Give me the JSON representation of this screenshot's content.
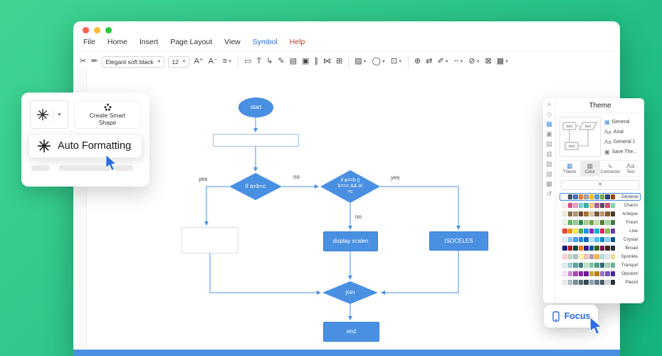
{
  "colors": {
    "background_start": "#40d493",
    "background_end": "#14b47d",
    "accent_blue": "#4a90e2",
    "node_blue": "#4a90e2",
    "focus_blue": "#2b6ce6",
    "statusbar_blue": "#4a90e2",
    "menu_symbol_color": "#2f6bd8",
    "menu_help_color": "#c0392b"
  },
  "window": {
    "menu": [
      {
        "label": "File"
      },
      {
        "label": "Home"
      },
      {
        "label": "Insert"
      },
      {
        "label": "Page Layout"
      },
      {
        "label": "View"
      },
      {
        "label": "Symbol",
        "color": "#2f6bd8"
      },
      {
        "label": "Help",
        "color": "#c0392b"
      }
    ],
    "toolbar": {
      "font_name": "Elegant soft black",
      "font_size": "12",
      "items": [
        {
          "type": "icon",
          "name": "cut-icon",
          "glyph": "✂"
        },
        {
          "type": "icon",
          "name": "format-painter-icon",
          "glyph": "✏"
        },
        {
          "type": "font"
        },
        {
          "type": "size"
        },
        {
          "type": "icon",
          "name": "font-increase-icon",
          "glyph": "A⁺"
        },
        {
          "type": "icon",
          "name": "font-decrease-icon",
          "glyph": "A⁻"
        },
        {
          "type": "icon",
          "name": "text-align-icon",
          "glyph": "≡",
          "caret": true
        },
        {
          "type": "divider"
        },
        {
          "type": "icon",
          "name": "shape-rectangle-icon",
          "glyph": "▭"
        },
        {
          "type": "icon",
          "name": "text-tool-icon",
          "glyph": "T"
        },
        {
          "type": "icon",
          "name": "connector-tool-icon",
          "glyph": "↳"
        },
        {
          "type": "icon",
          "name": "pen-tool-icon",
          "glyph": "✎"
        },
        {
          "type": "icon",
          "name": "layers-icon",
          "glyph": "▤"
        },
        {
          "type": "icon",
          "name": "symbol-library-icon",
          "glyph": "▣"
        },
        {
          "type": "icon",
          "name": "align-objects-icon",
          "glyph": "∥"
        },
        {
          "type": "icon",
          "name": "mirror-icon",
          "glyph": "⋈"
        },
        {
          "type": "icon",
          "name": "position-icon",
          "glyph": "⊞"
        },
        {
          "type": "divider"
        },
        {
          "type": "icon",
          "name": "fill-color-icon",
          "glyph": "▨",
          "caret": true
        },
        {
          "type": "icon",
          "name": "shape-style-icon",
          "glyph": "◯",
          "caret": true
        },
        {
          "type": "icon",
          "name": "crop-icon",
          "glyph": "⊡",
          "caret": true
        },
        {
          "type": "divider"
        },
        {
          "type": "icon",
          "name": "zoom-icon",
          "glyph": "⊕"
        },
        {
          "type": "icon",
          "name": "find-replace-icon",
          "glyph": "⇄"
        },
        {
          "type": "icon",
          "name": "line-color-icon",
          "glyph": "✐",
          "caret": true
        },
        {
          "type": "icon",
          "name": "line-style-icon",
          "glyph": "╌",
          "caret": true
        },
        {
          "type": "icon",
          "name": "lock-icon",
          "glyph": "⊘",
          "caret": true
        },
        {
          "type": "icon",
          "name": "delete-icon",
          "glyph": "⊠"
        },
        {
          "type": "icon",
          "name": "table-icon",
          "glyph": "▦",
          "caret": true
        }
      ]
    }
  },
  "smart_panel": {
    "create_label": "Create Smart Shape",
    "auto_label": "Auto Formatting"
  },
  "flowchart": {
    "nodes": {
      "start": "start",
      "decision1": "if a=b=c",
      "decision2": "if a==b ||\nb==c && a!\n=c",
      "display": "display scalen",
      "isoceles": "ISOCELES",
      "join": "join",
      "end": "end"
    },
    "edge_labels": {
      "yes1": "yes",
      "no1": "no",
      "yes2": "yes",
      "no2": "no"
    }
  },
  "theme_panel": {
    "title": "Theme",
    "preview_texts": [
      "text",
      "text",
      "text"
    ],
    "strip_icons": [
      {
        "name": "collapse-icon",
        "glyph": "»"
      },
      {
        "name": "shapes-icon",
        "glyph": "◇"
      },
      {
        "name": "grid-icon",
        "glyph": "▦",
        "active": true
      },
      {
        "name": "image-icon",
        "glyph": "▣"
      },
      {
        "name": "layers-icon",
        "glyph": "▤"
      },
      {
        "name": "notes-icon",
        "glyph": "▥"
      },
      {
        "name": "book-icon",
        "glyph": "▧"
      },
      {
        "name": "clipboard-icon",
        "glyph": "▨"
      },
      {
        "name": "chart-icon",
        "glyph": "▩"
      },
      {
        "name": "history-icon",
        "glyph": "↺"
      }
    ],
    "font_rows": [
      {
        "icon": "grid",
        "label": "General"
      },
      {
        "icon": "Aa",
        "label": "Arial"
      },
      {
        "icon": "Aa",
        "label": "General 1"
      },
      {
        "icon": "save",
        "label": "Save The..."
      }
    ],
    "tabs": [
      {
        "label": "Theme",
        "glyph": "▦",
        "accent": true
      },
      {
        "label": "Color",
        "glyph": "▦",
        "active": true
      },
      {
        "label": "Connector",
        "glyph": "↳"
      },
      {
        "label": "Text",
        "glyph": "Aa"
      }
    ],
    "add_label": "+",
    "palettes": [
      {
        "name": "General",
        "selected": true,
        "colors": [
          "#ffffff",
          "#44546a",
          "#4472c4",
          "#ed7d31",
          "#a5a5a5",
          "#ffc000",
          "#5b9bd5",
          "#70ad47",
          "#264478",
          "#9e480e"
        ]
      },
      {
        "name": "Charm",
        "colors": [
          "#f2f2f2",
          "#e84c88",
          "#f29ec4",
          "#7ed3d1",
          "#3bb4a1",
          "#f7c873",
          "#b05f8e",
          "#5b4a68",
          "#d94f70",
          "#88d8b0"
        ]
      },
      {
        "name": "Antique",
        "colors": [
          "#f4ede1",
          "#8c6d46",
          "#b5986a",
          "#6e4a2f",
          "#a6763c",
          "#d9c7a7",
          "#705843",
          "#c19a6b",
          "#8b5a2b",
          "#4a3b2a"
        ]
      },
      {
        "name": "Fresh",
        "colors": [
          "#eaf6e9",
          "#5cb85c",
          "#8fd18f",
          "#2e8b57",
          "#a8d08d",
          "#70ad47",
          "#c6e0b4",
          "#548235",
          "#9fdf9f",
          "#3f7f3f"
        ]
      },
      {
        "name": "Live",
        "colors": [
          "#f44336",
          "#ff9800",
          "#ffeb3b",
          "#4caf50",
          "#2196f3",
          "#9c27b0",
          "#00bcd4",
          "#e91e63",
          "#8bc34a",
          "#673ab7"
        ]
      },
      {
        "name": "Crystal",
        "colors": [
          "#e3f2fd",
          "#90caf9",
          "#42a5f5",
          "#1e88e5",
          "#1565c0",
          "#b3e5fc",
          "#4fc3f7",
          "#0288d1",
          "#81d4fa",
          "#01579b"
        ]
      },
      {
        "name": "Broad",
        "colors": [
          "#1a237e",
          "#b71c1c",
          "#004d40",
          "#f57f17",
          "#311b92",
          "#01579b",
          "#33691e",
          "#880e4f",
          "#3e2723",
          "#263238"
        ]
      },
      {
        "name": "Sprinkle",
        "colors": [
          "#ffd1dc",
          "#c1e1c1",
          "#aec6cf",
          "#fdfd96",
          "#f4c2c2",
          "#b39eb5",
          "#ffb347",
          "#b0e0e6",
          "#e6e6fa",
          "#f0e68c"
        ]
      },
      {
        "name": "Tranquil",
        "colors": [
          "#dfeff0",
          "#9ad0d0",
          "#58a6a6",
          "#3d7e7e",
          "#bfe3d0",
          "#7fc8a9",
          "#4f9d8d",
          "#2f6f6f",
          "#a8d5ba",
          "#6fb39f"
        ]
      },
      {
        "name": "Opulent",
        "colors": [
          "#f3e5f5",
          "#ce93d8",
          "#ab47bc",
          "#8e24aa",
          "#6a1b9a",
          "#d1a54e",
          "#b8860b",
          "#9575cd",
          "#7e57c2",
          "#4527a0"
        ]
      },
      {
        "name": "Placid",
        "colors": [
          "#eceff1",
          "#b0bec5",
          "#78909c",
          "#546e7a",
          "#37474f",
          "#90a4ae",
          "#607d8b",
          "#455a64",
          "#cfd8dc",
          "#263238"
        ]
      }
    ]
  },
  "focus": {
    "label": "Focus"
  }
}
